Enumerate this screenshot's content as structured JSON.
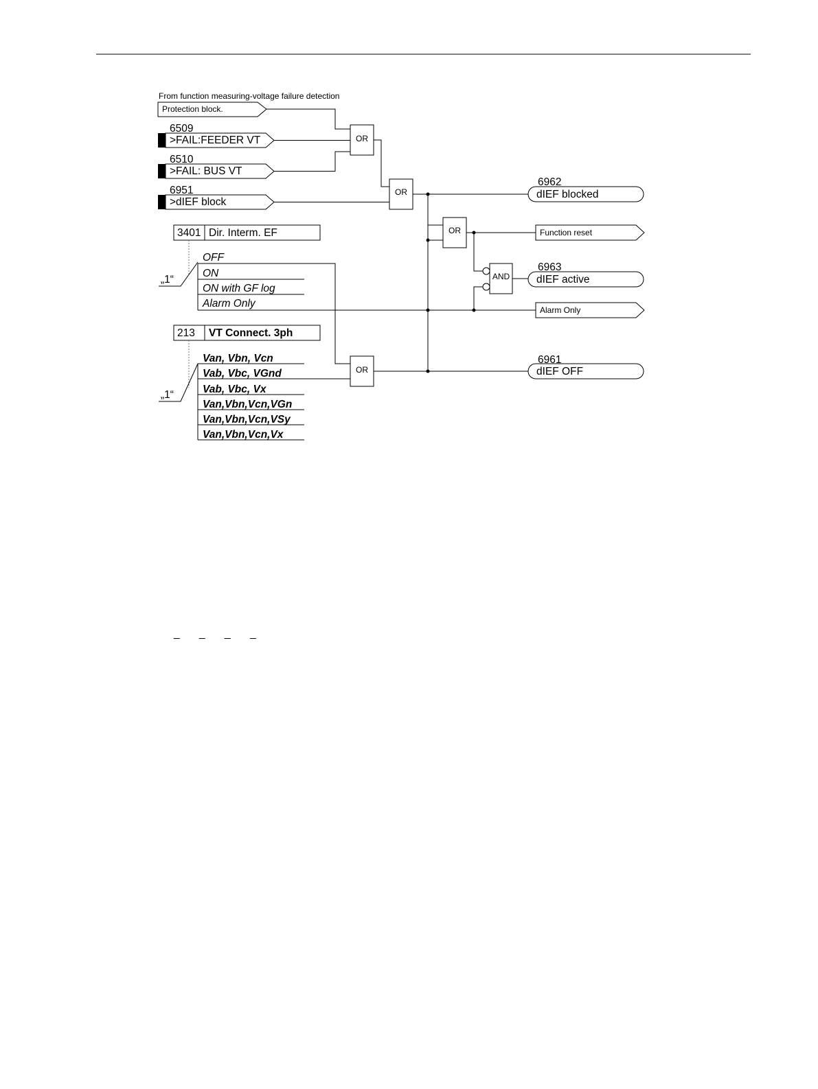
{
  "diagram": {
    "source_caption": "From function measuring-voltage failure detection",
    "inputs": {
      "protection_block": "Protection block.",
      "feeder_vt": {
        "number": "6509",
        "label": ">FAIL:FEEDER VT"
      },
      "bus_vt": {
        "number": "6510",
        "label": ">FAIL: BUS VT"
      },
      "dief_block": {
        "number": "6951",
        "label": ">dIEF block"
      }
    },
    "gates": {
      "or": "OR",
      "and": "AND"
    },
    "outputs": {
      "dief_blocked": {
        "number": "6962",
        "label": "dIEF blocked"
      },
      "function_reset": "Function reset",
      "dief_active": {
        "number": "6963",
        "label": "dIEF active"
      },
      "alarm_only": "Alarm Only",
      "dief_off": {
        "number": "6961",
        "label": "dIEF OFF"
      }
    },
    "param_3401": {
      "address": "3401",
      "name": "Dir. Interm. EF",
      "switch_label": "„1“",
      "options": [
        "OFF",
        "ON",
        "ON with GF log",
        "Alarm Only"
      ]
    },
    "param_213": {
      "address": "213",
      "name": "VT Connect. 3ph",
      "switch_label": "„1“",
      "options": [
        "Van, Vbn, Vcn",
        "Vab, Vbc, VGnd",
        "Vab, Vbc, Vx",
        "Van,Vbn,Vcn,VGn",
        "Van,Vbn,Vcn,VSy",
        "Van,Vbn,Vcn,Vx"
      ]
    },
    "footer_marks": [
      "_",
      "_",
      "_",
      "_"
    ]
  }
}
